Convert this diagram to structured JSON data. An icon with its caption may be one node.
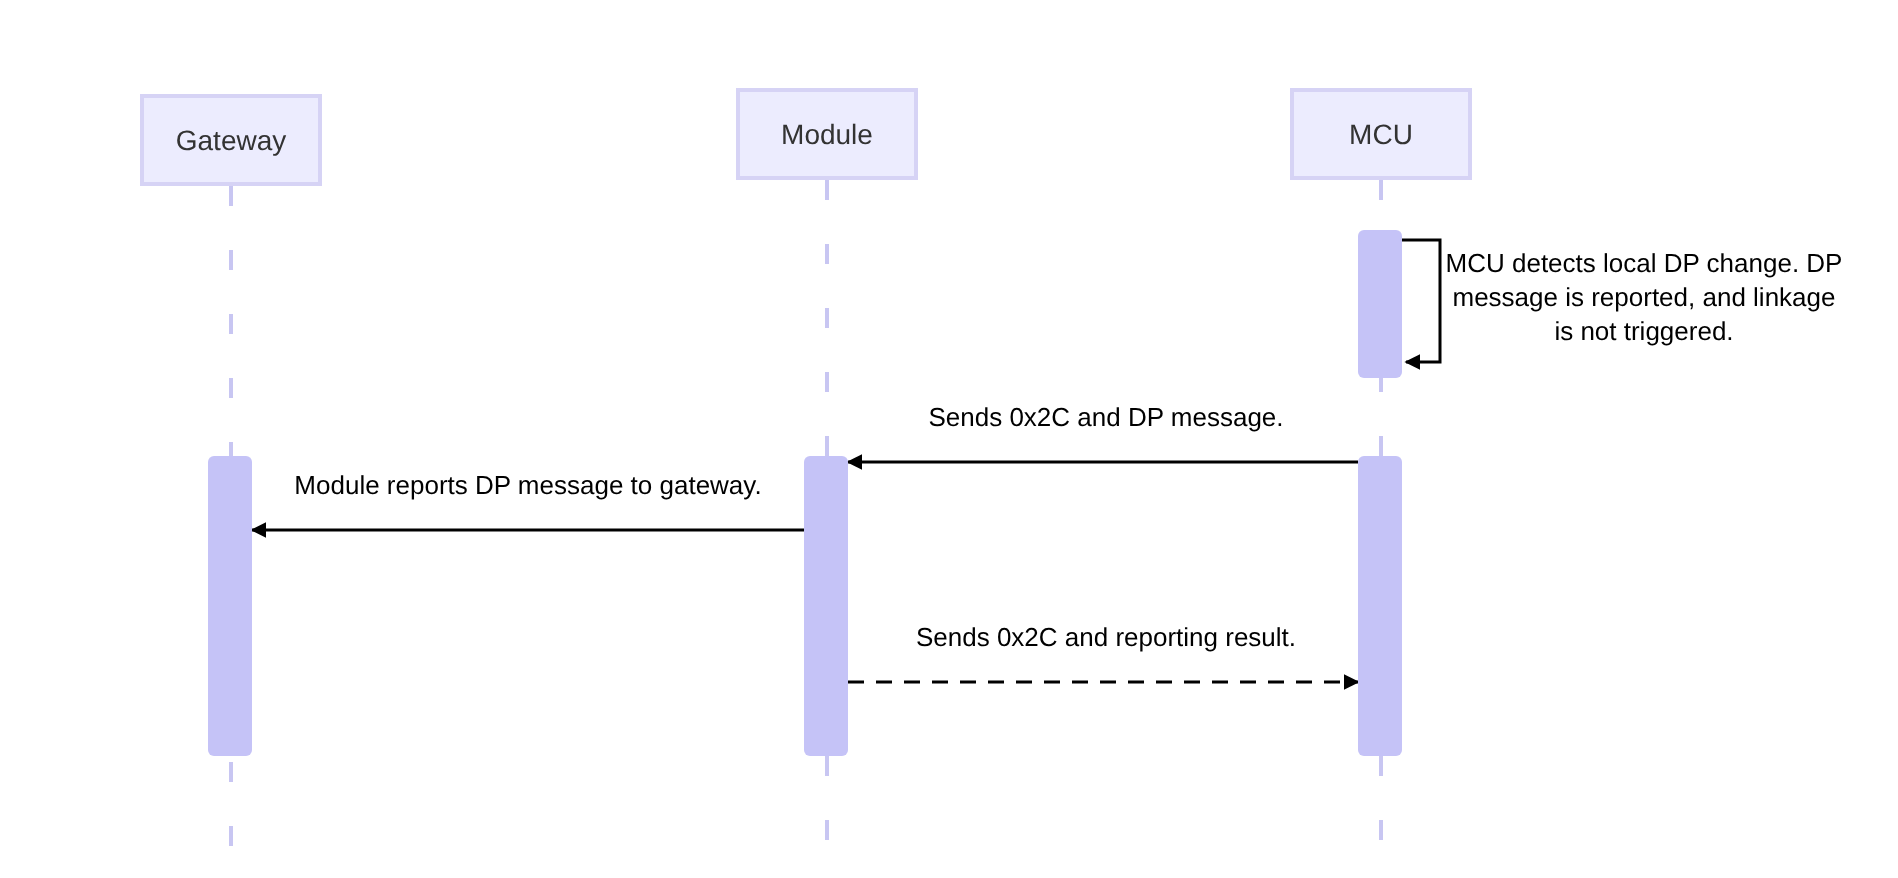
{
  "diagram": {
    "nodes": [
      {
        "text": [
          "Gateway"
        ]
      },
      {
        "text": [
          "Module"
        ]
      },
      {
        "text": [
          "MCU"
        ]
      },
      {
        "text": [],
        "shape": "bar"
      },
      {
        "text": [],
        "shape": "bar"
      },
      {
        "text": [],
        "shape": "bar"
      },
      {
        "text": [],
        "shape": "bar"
      }
    ],
    "edges": [
      {
        "from": 3,
        "to": 3,
        "arrow": "to",
        "label": "MCU detects local DP change. DP message is reported, and linkage is not triggered."
      },
      {
        "from": 6,
        "to": 5,
        "arrow": "to",
        "label": "Sends 0x2C and DP message."
      },
      {
        "from": 5,
        "to": 4,
        "arrow": "to",
        "label": "Module reports DP message to gateway."
      },
      {
        "from": 5,
        "to": 6,
        "arrow": "to",
        "label": "Sends 0x2C and reporting result.",
        "style": "dashed"
      }
    ]
  }
}
